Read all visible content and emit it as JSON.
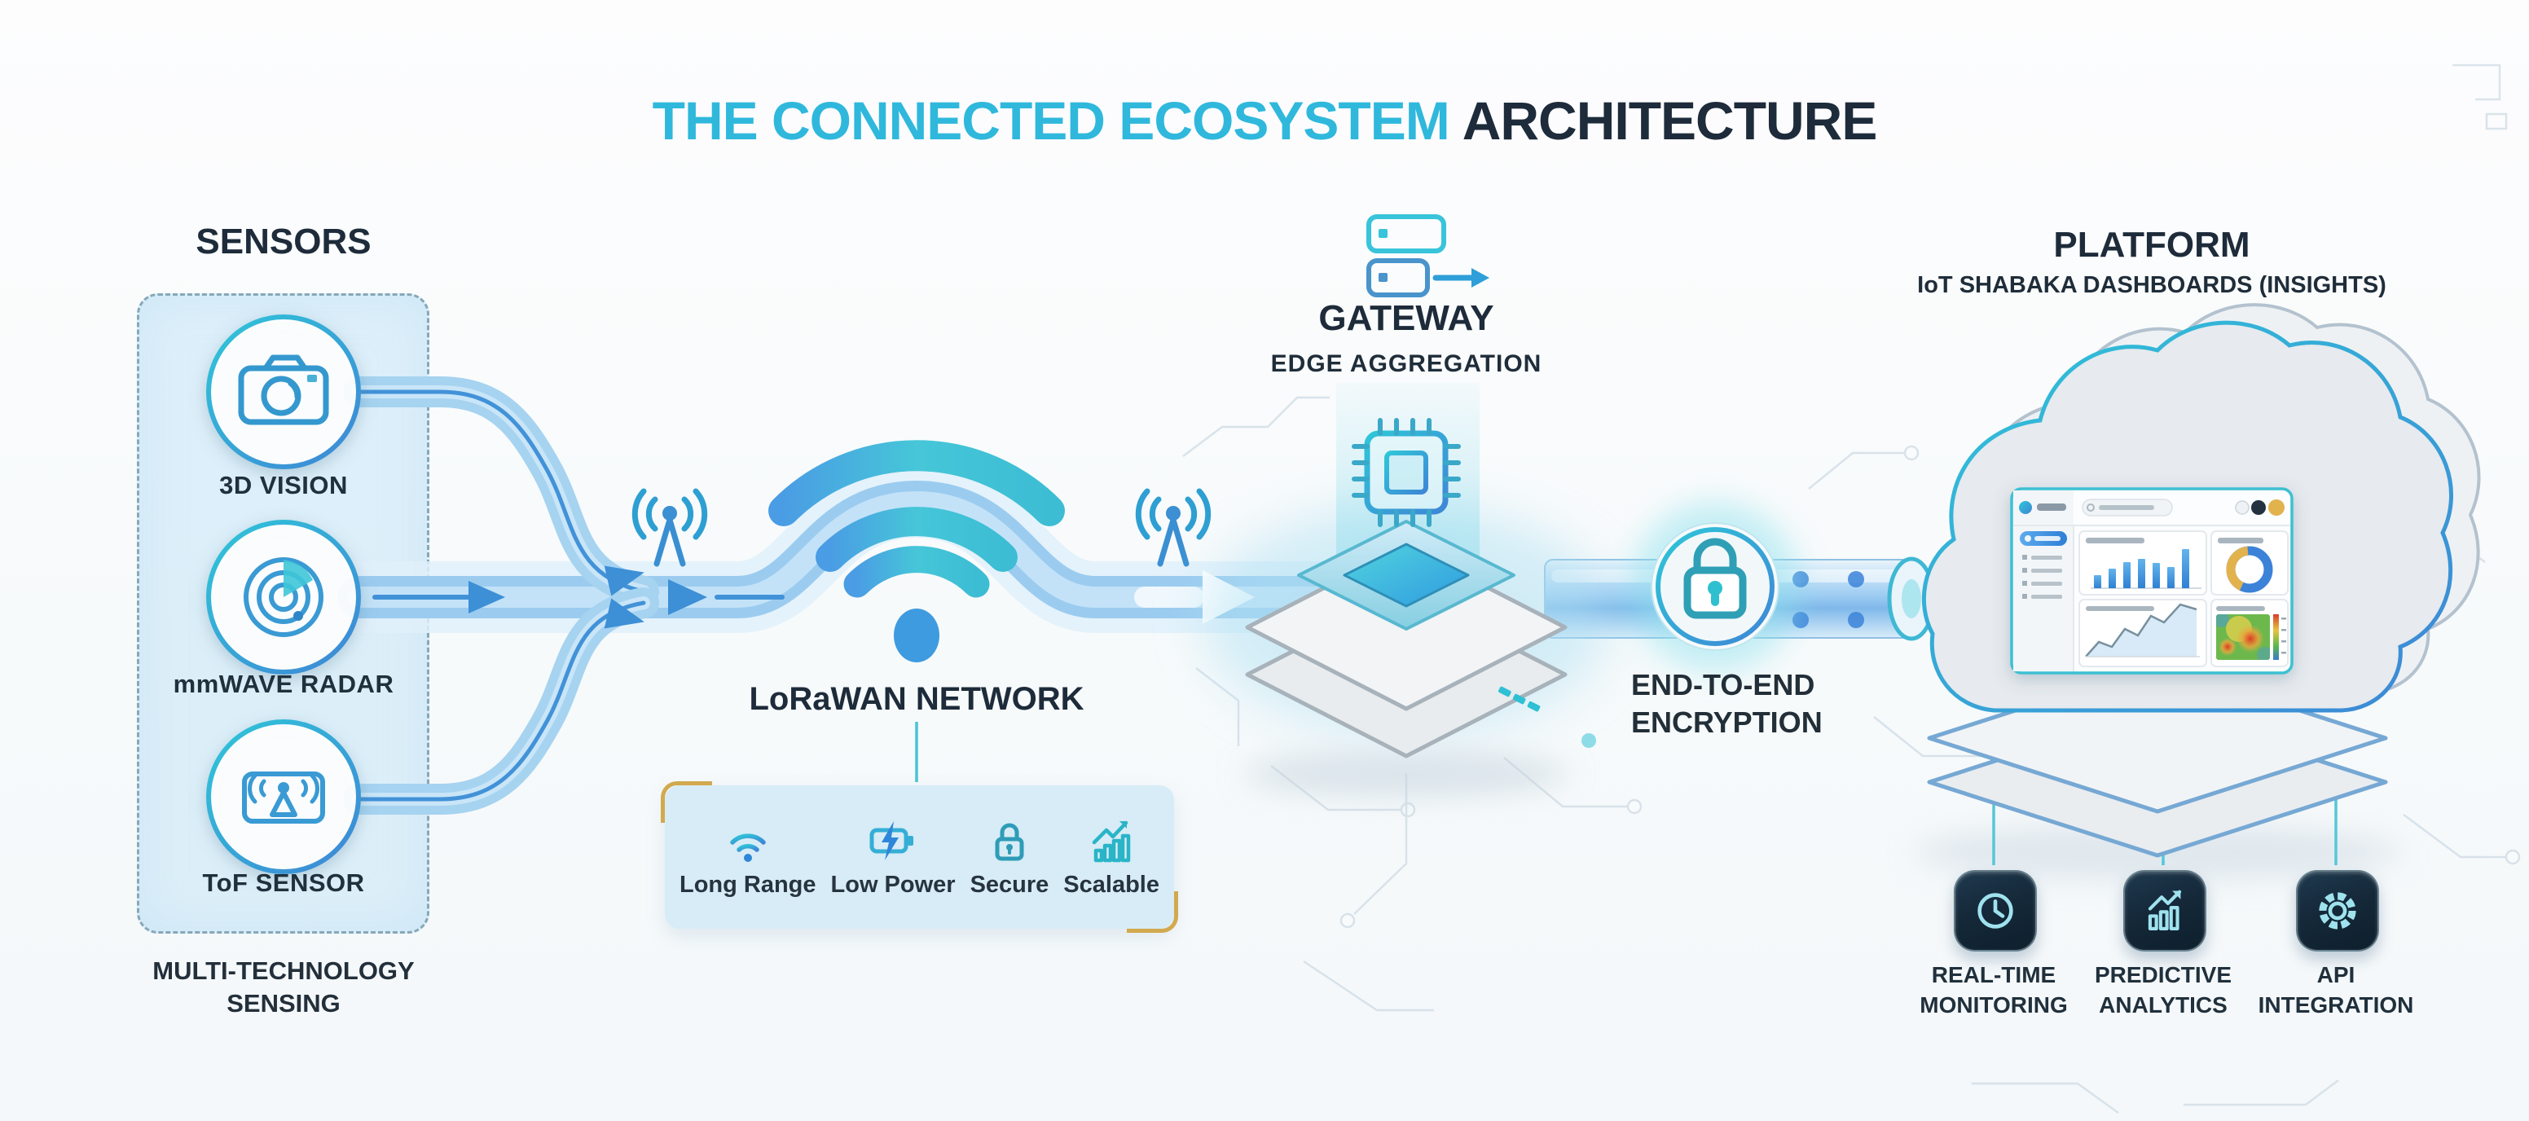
{
  "title": {
    "highlight": "THE CONNECTED ECOSYSTEM",
    "rest": "ARCHITECTURE"
  },
  "sensors": {
    "heading": "SENSORS",
    "items": [
      {
        "icon": "camera-icon",
        "label": "3D VISION"
      },
      {
        "icon": "radar-icon",
        "label": "mmWAVE RADAR"
      },
      {
        "icon": "tof-antenna-icon",
        "label": "ToF SENSOR"
      }
    ],
    "caption_line1": "MULTI-TECHNOLOGY",
    "caption_line2": "SENSING"
  },
  "network": {
    "label": "LoRaWAN NETWORK",
    "features": [
      {
        "icon": "wifi-icon",
        "label": "Long Range"
      },
      {
        "icon": "battery-charging-icon",
        "label": "Low Power"
      },
      {
        "icon": "padlock-icon",
        "label": "Secure"
      },
      {
        "icon": "growth-bars-icon",
        "label": "Scalable"
      }
    ]
  },
  "gateway": {
    "heading": "GATEWAY",
    "subheading": "EDGE AGGREGATION"
  },
  "encryption": {
    "line1": "END-TO-END",
    "line2": "ENCRYPTION"
  },
  "platform": {
    "heading": "PLATFORM",
    "subheading": "IoT SHABAKA DASHBOARDS (INSIGHTS)",
    "features": [
      {
        "icon": "clock-icon",
        "label_line1": "REAL-TIME",
        "label_line2": "MONITORING"
      },
      {
        "icon": "predictive-chart-icon",
        "label_line1": "PREDICTIVE",
        "label_line2": "ANALYTICS"
      },
      {
        "icon": "gear-icon",
        "label_line1": "API",
        "label_line2": "INTEGRATION"
      }
    ]
  },
  "colors": {
    "accent_cyan": "#2fb8dc",
    "heading_navy": "#1d2b3a",
    "flow_blue": "#4292d8",
    "panel_blue": "#d7ecf6",
    "gold_accent": "#d2a94e",
    "chip_dark": "#15293a",
    "chip_icon_teal": "#9fe2ee"
  }
}
